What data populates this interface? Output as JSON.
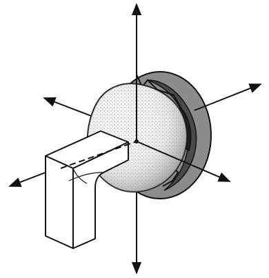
{
  "figure": {
    "subject": "ball-and-socket-joint",
    "colors": {
      "background": "#ffffff",
      "stroke": "#111111",
      "socket_fill": "#8c8c8c",
      "socket_dark": "#2a2a2a",
      "ball_fill": "#f4f4f4",
      "stipple": "#555555",
      "handle_fill": "#ffffff"
    },
    "axes": [
      {
        "name": "vertical",
        "arrowheads": 2
      },
      {
        "name": "diagonal-upper-left-to-lower-right",
        "arrowheads": 2
      },
      {
        "name": "diagonal-lower-left-to-upper-right",
        "arrowheads": 2
      }
    ]
  }
}
